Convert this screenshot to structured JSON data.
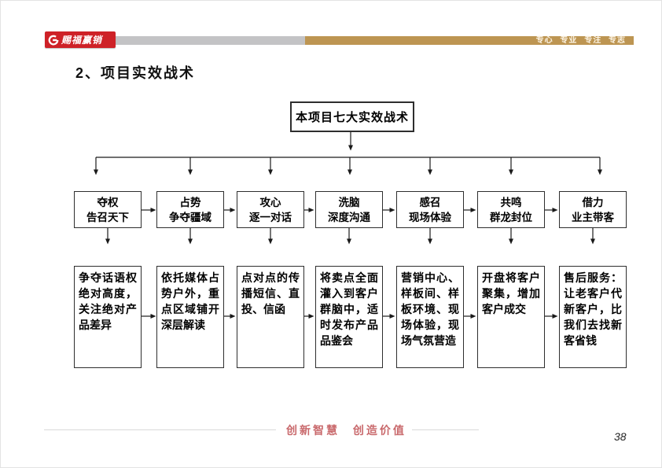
{
  "header": {
    "logo_text": "赐福赢销",
    "slogan": "专心 专业 专注 专志",
    "brand_red": "#ce2127",
    "gold_bar_color": "#bd9552",
    "gray_bar_color": "#c3c3c5"
  },
  "title": "2、项目实效战术",
  "flowchart": {
    "root": "本项目七大实效战术",
    "branches": [
      {
        "tactic": "夺权",
        "subtitle": "告召天下",
        "detail": "争夺话语权绝对高度，关注绝对产品差异"
      },
      {
        "tactic": "占势",
        "subtitle": "争夺疆域",
        "detail": "依托媒体占势户外，重点区域铺开深层解读"
      },
      {
        "tactic": "攻心",
        "subtitle": "逐一对话",
        "detail": "点对点的传播短信、直投、信函"
      },
      {
        "tactic": "洗脑",
        "subtitle": "深度沟通",
        "detail": "将卖点全面灌入到客户群脑中，适时发布产品品鉴会"
      },
      {
        "tactic": "感召",
        "subtitle": "现场体验",
        "detail": "营销中心、样板间、样板环境、现场体验，现场气氛营造"
      },
      {
        "tactic": "共鸣",
        "subtitle": "群龙封位",
        "detail": "开盘将客户聚集，增加客户成交"
      },
      {
        "tactic": "借力",
        "subtitle": "业主带客",
        "detail": "售后服务：让老客户代新客户，比我们去找新客省钱"
      }
    ]
  },
  "footer": {
    "slogan": "创新智慧 创造价值",
    "page_number": "38"
  }
}
